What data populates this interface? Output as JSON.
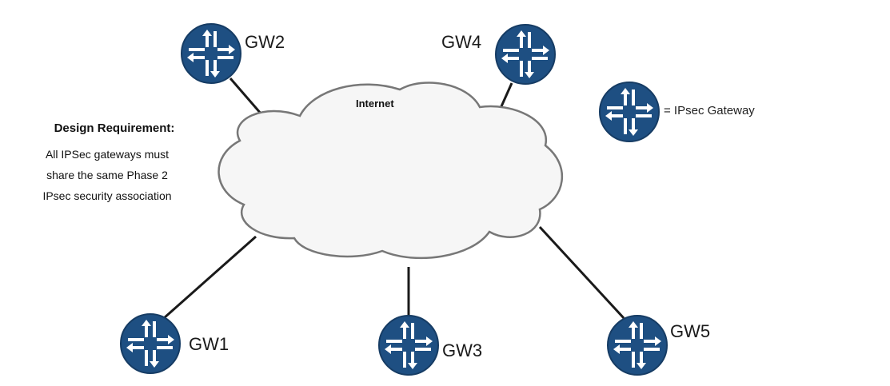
{
  "design_requirement": {
    "title": "Design Requirement:",
    "lines": [
      "All IPSec gateways must",
      "share the same Phase 2",
      "IPsec security association"
    ]
  },
  "cloud": {
    "label": "Internet"
  },
  "gateways": [
    {
      "id": "gw1",
      "label": "GW1"
    },
    {
      "id": "gw2",
      "label": "GW2"
    },
    {
      "id": "gw3",
      "label": "GW3"
    },
    {
      "id": "gw4",
      "label": "GW4"
    },
    {
      "id": "gw5",
      "label": "GW5"
    }
  ],
  "legend": {
    "label": "= IPsec Gateway",
    "icon": "ipsec-gateway-icon"
  },
  "colors": {
    "gateway": "#1e4f82",
    "cloud_fill": "#f6f6f6",
    "cloud_stroke": "#777777",
    "link": "#1a1a1a"
  }
}
